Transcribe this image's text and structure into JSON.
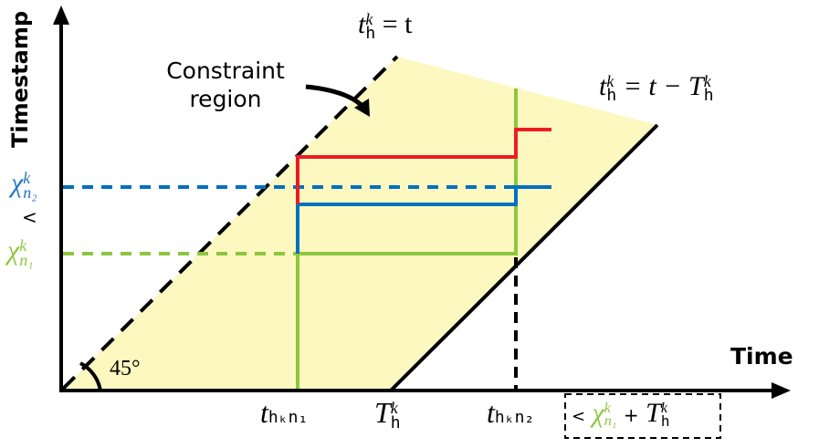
{
  "diagram": {
    "axes": {
      "y_label": "Timestamp",
      "x_label": "Time",
      "angle_label": "45°"
    },
    "annotations": {
      "constraint_region": [
        "Constraint",
        "region"
      ],
      "upper_line": {
        "lhs_base": "t",
        "lhs_sub": "h",
        "lhs_sup": "k",
        "rhs": "= t"
      },
      "lower_line": {
        "lhs_base": "t",
        "lhs_sub": "h",
        "lhs_sup": "k",
        "rhs": "= t − T",
        "rhs_sub": "h",
        "rhs_sup": "k"
      }
    },
    "y_ticks": {
      "chi_n2": {
        "base": "χ",
        "sub": "n₂",
        "sup": "k",
        "color": "#1f77c4"
      },
      "less_than": "<",
      "chi_n1": {
        "base": "χ",
        "sub": "n₁",
        "sup": "k",
        "color": "#8dc63f"
      }
    },
    "x_ticks": {
      "t_n1": {
        "base": "t",
        "sub": "hₖn₁"
      },
      "T_h": {
        "base": "T",
        "sub": "h",
        "sup": "k"
      },
      "t_n2": {
        "base": "t",
        "sub": "hₖn₂"
      },
      "bound_box": {
        "lt": "<",
        "chi": "χ",
        "chi_sub": "n₁",
        "chi_sup": "k",
        "plus": "+",
        "T": "T",
        "T_sub": "h",
        "T_sup": "k"
      }
    },
    "colors": {
      "region_fill": "#fdf8c0",
      "red_series": "#ed1c24",
      "blue_series": "#0070c0",
      "green_series": "#8dc63f",
      "axis": "#000000"
    }
  }
}
